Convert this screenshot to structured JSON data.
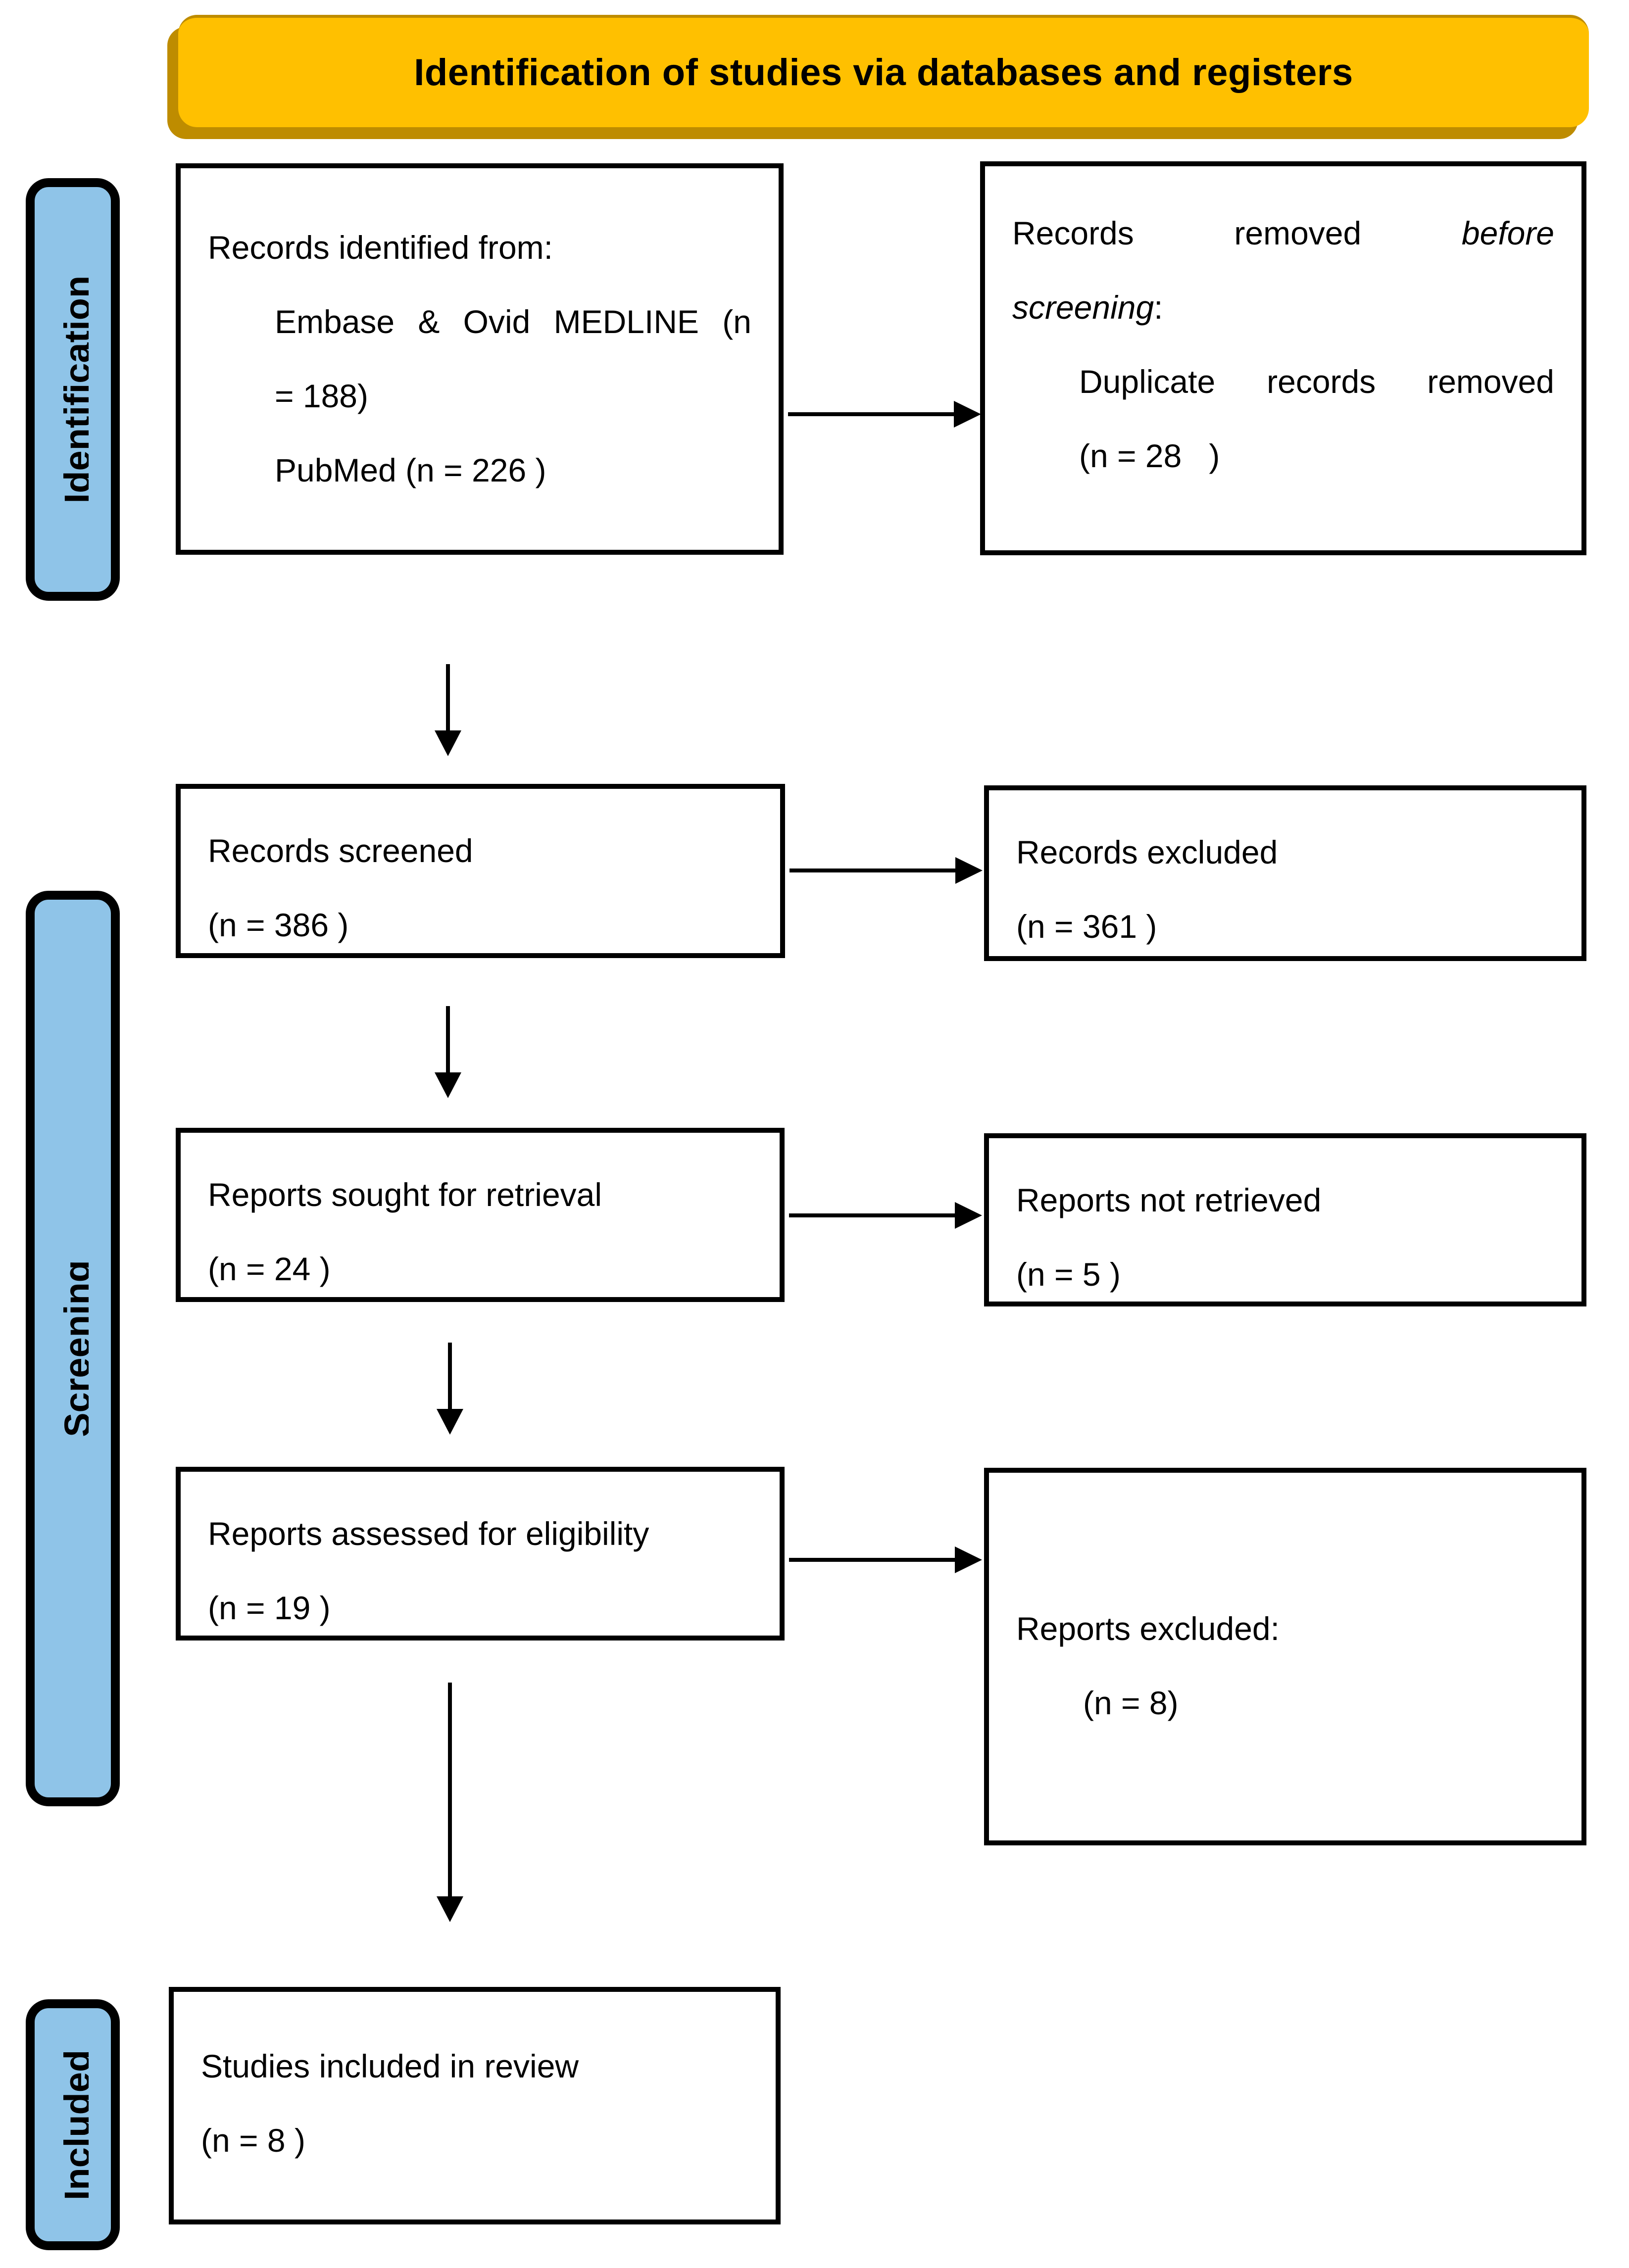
{
  "banner": {
    "title": "Identification of studies via databases and registers"
  },
  "sidebar": {
    "identification_label": "Identification",
    "screening_label": "Screening",
    "included_label": "Included"
  },
  "boxes": {
    "records_identified": {
      "line1": "Records identified from:",
      "line2": "Embase & Ovid MEDLINE (n",
      "line3": "= 188)",
      "line4": "PubMed (n = 226 )"
    },
    "records_removed": {
      "line1_normal": "Records removed",
      "line1_italic": "before",
      "line2_italic": "screening",
      "line2_colon": ":",
      "line3": "Duplicate records removed",
      "line4": "(n = 28   )"
    },
    "records_screened": {
      "line1": "Records screened",
      "line2": "(n = 386 )"
    },
    "records_excluded": {
      "line1": "Records excluded",
      "line2": "(n = 361 )"
    },
    "reports_sought": {
      "line1": "Reports sought for retrieval",
      "line2": "(n = 24 )"
    },
    "reports_not_retrieved": {
      "line1": "Reports not retrieved",
      "line2": "(n = 5 )"
    },
    "reports_assessed": {
      "line1": "Reports assessed for eligibility",
      "line2": "(n = 19 )"
    },
    "reports_excluded": {
      "line1": "Reports excluded:",
      "line2": "(n = 8)"
    },
    "studies_included": {
      "line1": "Studies included in review",
      "line2": "(n = 8 )"
    }
  },
  "colors": {
    "banner_fill": "#FFC000",
    "banner_shadow": "#BE8C00",
    "stage_fill": "#8FC4E8",
    "line": "#000000"
  }
}
